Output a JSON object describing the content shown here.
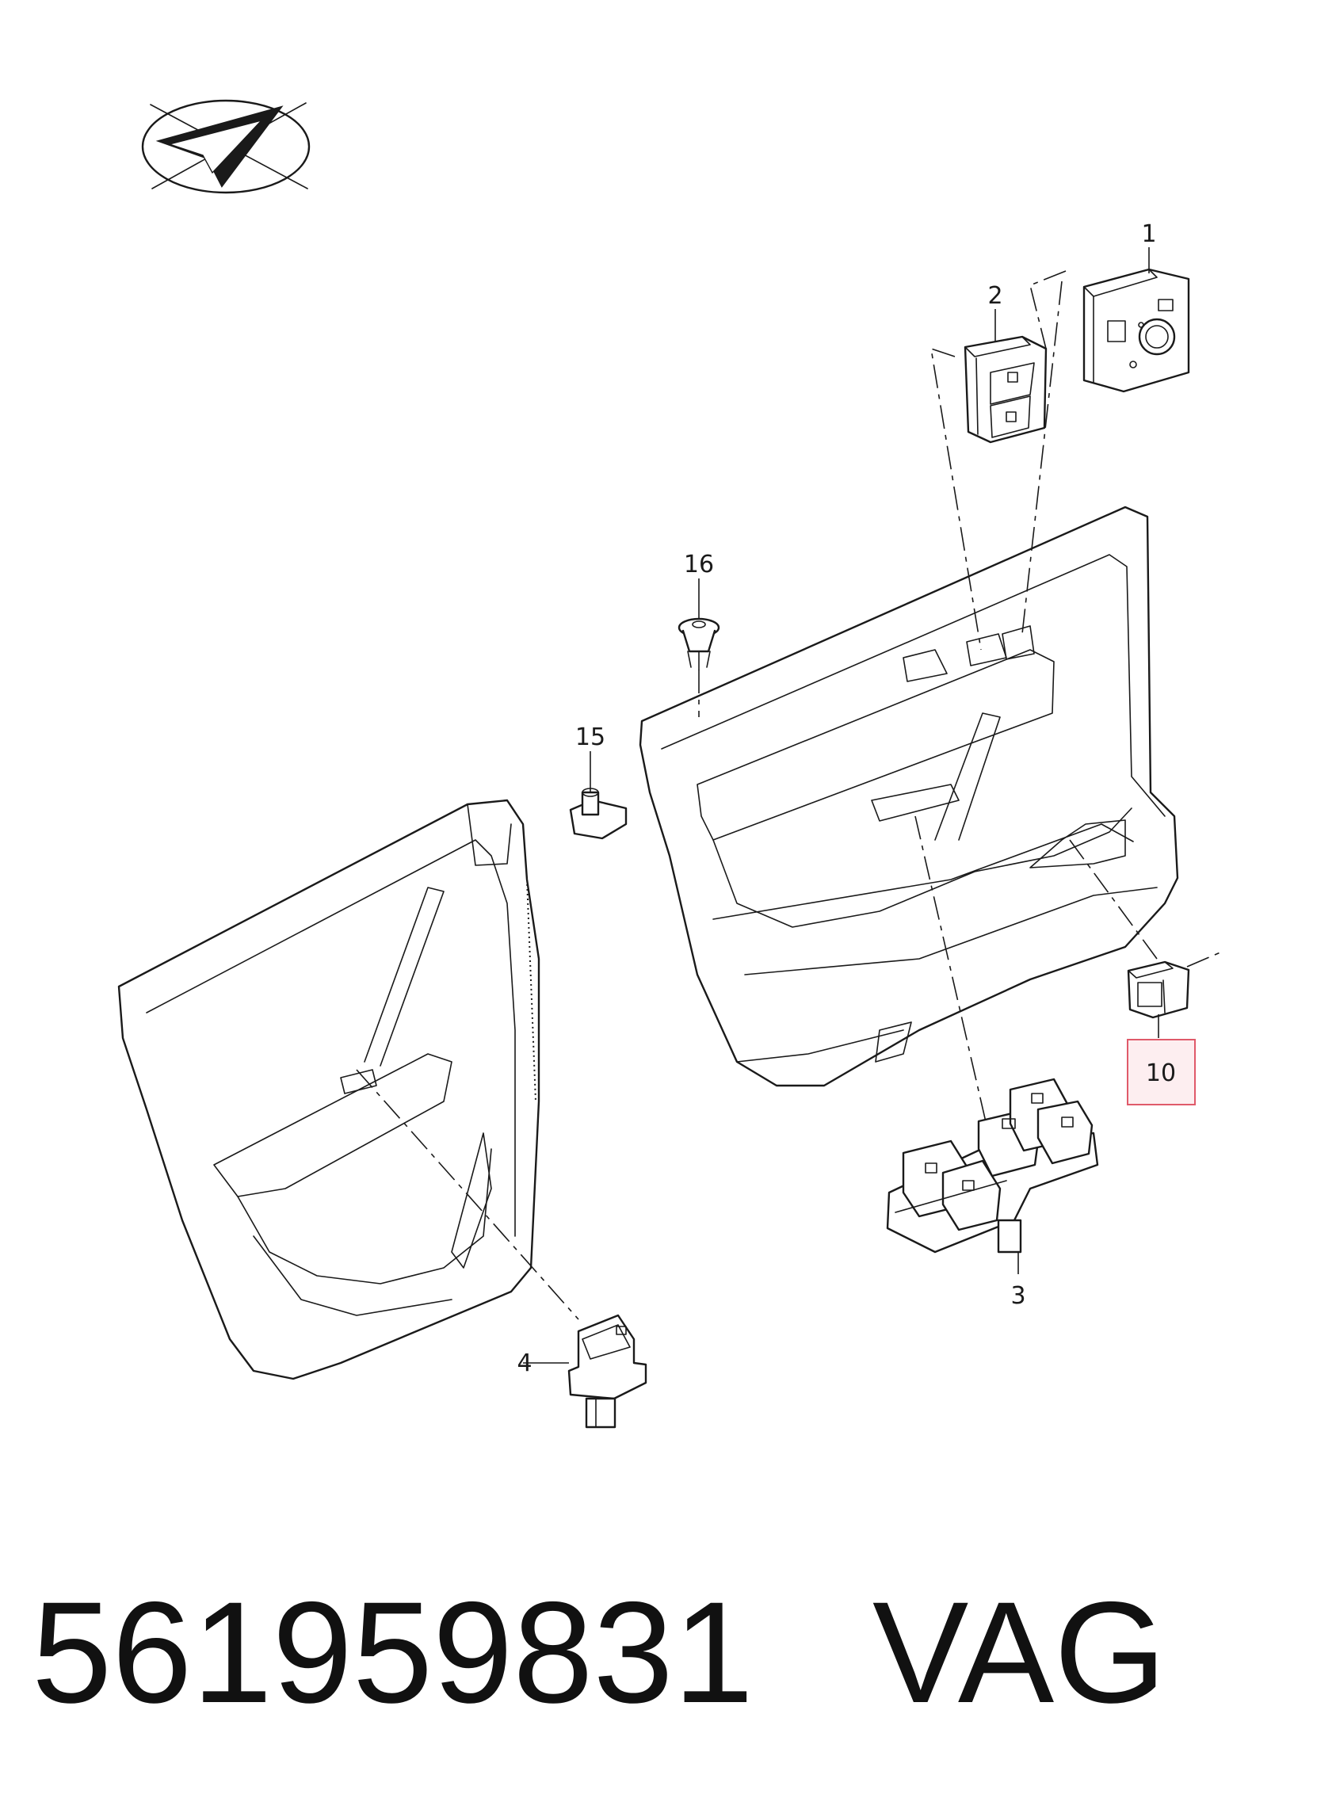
{
  "callouts": {
    "c1": "1",
    "c2": "2",
    "c3": "3",
    "c4": "4",
    "c10": "10",
    "c15": "15",
    "c16": "16"
  },
  "highlight": {
    "label": "10",
    "color": "#e05a6a"
  },
  "footer": {
    "part_number": "561959831",
    "brand": "VAG"
  },
  "icons": {
    "logo": "compass-arrow-icon"
  }
}
